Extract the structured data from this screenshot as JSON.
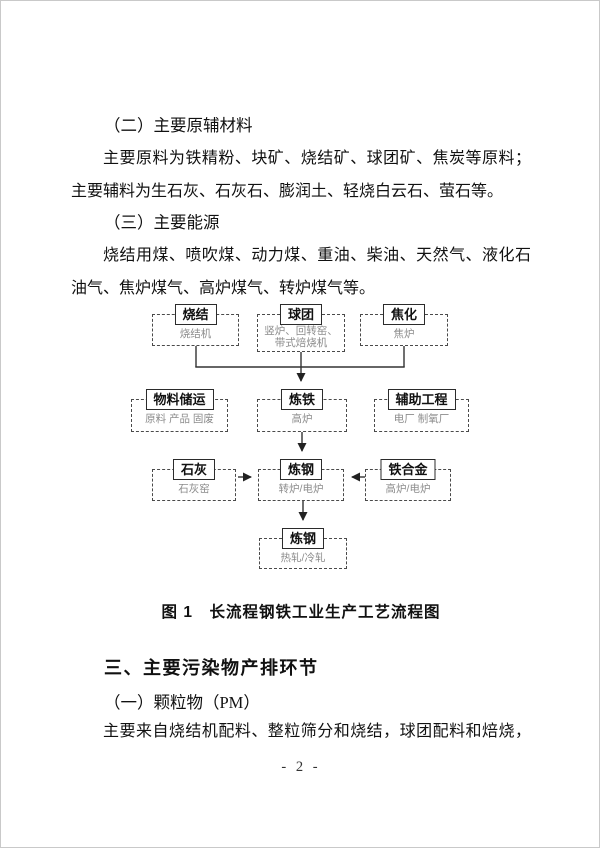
{
  "document": {
    "page_number": "- 2 -",
    "body": {
      "section2_heading": "（二）主要原辅材料",
      "section2_lines": [
        "主要原料为铁精粉、块矿、烧结矿、球团矿、焦炭等原料；",
        "主要辅料为生石灰、石灰石、膨润土、轻烧白云石、萤石等。"
      ],
      "section3_heading": "（三）主要能源",
      "section3_lines": [
        "烧结用煤、喷吹煤、动力煤、重油、柴油、天然气、液化石",
        "油气、焦炉煤气、高炉煤气、转炉煤气等。"
      ],
      "figure_caption": "图 1　长流程钢铁工业生产工艺流程图",
      "section_iii_heading": "三、主要污染物产排环节",
      "pm_heading": "（一）颗粒物（PM）",
      "pm_line": "主要来自烧结机配料、整粒筛分和烧结，球团配料和焙烧，"
    }
  },
  "flowchart": {
    "nodes": [
      {
        "title": "烧结",
        "sub": "烧结机"
      },
      {
        "title": "球团",
        "sub": "竖炉、回转窑、带式焙烧机"
      },
      {
        "title": "焦化",
        "sub": "焦炉"
      },
      {
        "title": "物料储运",
        "sub": "原料 产品 固废"
      },
      {
        "title": "炼铁",
        "sub": "高炉"
      },
      {
        "title": "辅助工程",
        "sub": "电厂 制氧厂"
      },
      {
        "title": "石灰",
        "sub": "石灰窑"
      },
      {
        "title": "炼钢",
        "sub": "转炉/电炉"
      },
      {
        "title": "铁合金",
        "sub": "高炉/电炉"
      },
      {
        "title": "炼钢",
        "sub": "热轧/冷轧"
      }
    ],
    "edges": [
      "烧结 -> 炼铁",
      "球团 -> 炼铁",
      "焦化 -> 炼铁",
      "炼铁 -> 炼钢",
      "石灰 -> 炼钢",
      "铁合金 -> 炼钢",
      "炼钢 -> 炼钢(热轧/冷轧)"
    ],
    "colors": {
      "line": "#333333",
      "sub_text": "#8c8c8c",
      "title_text": "#111111"
    }
  }
}
